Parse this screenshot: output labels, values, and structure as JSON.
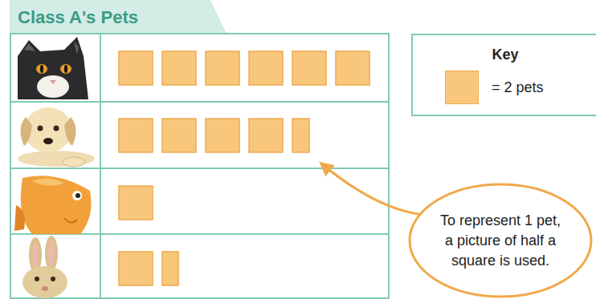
{
  "diagram": {
    "title": "Class A's Pets",
    "nodes": [
      {
        "text": [
          "Key"
        ]
      },
      {
        "text": [
          "To represent 1 pet, a picture of half a square is used."
        ]
      }
    ],
    "legend": [
      {
        "text": "= 2 pets",
        "color": "#f8c77c"
      }
    ]
  }
}
